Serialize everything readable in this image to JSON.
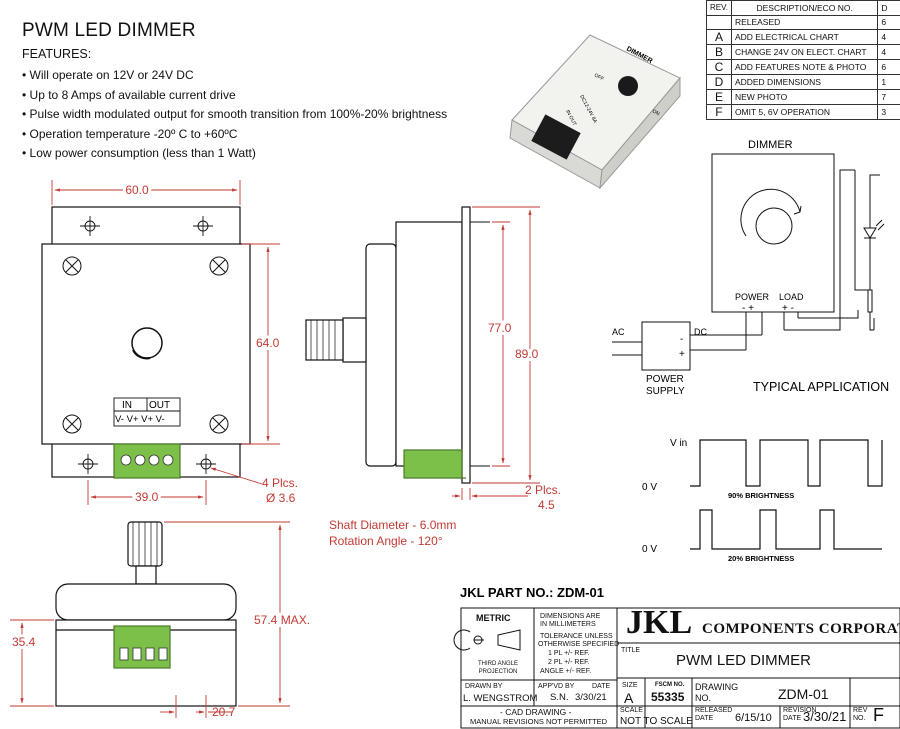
{
  "header": {
    "title": "PWM LED DIMMER",
    "features_heading": "FEATURES:",
    "features": [
      "Will operate on 12V or 24V DC",
      "Up to 8 Amps of available current drive",
      "Pulse width modulated output for smooth transition from 100%-20% brightness",
      "Operation temperature -20º C to +60ºC",
      "Low power consumption (less than 1 Watt)"
    ]
  },
  "revisions": {
    "headers": [
      "REV.",
      "DESCRIPTION/ECO NO."
    ],
    "rows": [
      {
        "rev": "",
        "desc": "RELEASED",
        "extra": "6"
      },
      {
        "rev": "A",
        "desc": "ADD ELECTRICAL CHART",
        "extra": "4"
      },
      {
        "rev": "B",
        "desc": "CHANGE 24V ON ELECT. CHART",
        "extra": "4"
      },
      {
        "rev": "C",
        "desc": "ADD FEATURES NOTE & PHOTO",
        "extra": "6"
      },
      {
        "rev": "D",
        "desc": "ADDED DIMENSIONS",
        "extra": "1"
      },
      {
        "rev": "E",
        "desc": "NEW PHOTO",
        "extra": "7"
      },
      {
        "rev": "F",
        "desc": "OMIT 5, 6V OPERATION",
        "extra": "3"
      }
    ]
  },
  "photo": {
    "label_dimmer": "DIMMER",
    "label_off": "OFF",
    "label_on": "ON",
    "label_rating": "DC12-24V 8A",
    "label_terminals": "IN OUT"
  },
  "front_view": {
    "width": "60.0",
    "height": "64.0",
    "hole_spacing": "39.0",
    "holes_count": "4 Plcs.",
    "hole_dia": "Ø 3.6",
    "terminal_in": "IN",
    "terminal_out": "OUT",
    "terminal_pins": "V- V+ V+ V-"
  },
  "side_view": {
    "height_inner": "77.0",
    "height_outer": "89.0",
    "flange_count": "2 Plcs.",
    "flange_thickness": "4.5",
    "shaft_diameter": "Shaft Diameter - 6.0mm",
    "rotation_angle": "Rotation Angle - 120°"
  },
  "bottom_view": {
    "max_height": "57.4 MAX.",
    "base_height": "35.4",
    "offset": "20.7"
  },
  "schematic": {
    "dimmer_label": "DIMMER",
    "power_label": "POWER",
    "load_label": "LOAD",
    "power_pins": "-  +",
    "load_pins": "+  -",
    "ac_label": "AC",
    "dc_label": "DC",
    "supply_label_1": "POWER",
    "supply_label_2": "SUPPLY",
    "minus": "-",
    "plus": "+",
    "typical": "TYPICAL APPLICATION"
  },
  "waveform": {
    "vin": "V in",
    "zero_v_1": "0 V",
    "zero_v_2": "0 V",
    "label_90": "90%  BRIGHTNESS",
    "label_20": "20%  BRIGHTNESS"
  },
  "part_no": "JKL PART NO.:  ZDM-01",
  "title_block": {
    "metric": "METRIC",
    "projection": "THIRD ANGLE PROJECTION",
    "dims_note_1": "DIMENSIONS ARE",
    "dims_note_2": "IN MILLIMETERS",
    "tol_1": "TOLERANCE UNLESS",
    "tol_2": "OTHERWISE SPECIFIED",
    "tol_3": "1 PL +/-   REF.",
    "tol_4": "2 PL +/-   REF.",
    "tol_5": "ANGLE +/-  REF.",
    "company_logo": "JKL",
    "company_name": "COMPONENTS CORPORATIO",
    "title_label": "TITLE",
    "title_value": "PWM LED DIMMER",
    "drawn_by_label": "DRAWN BY",
    "drawn_by": "L. WENGSTROM",
    "appvd_label": "APP'VD BY",
    "date_label": "DATE",
    "appvd": "S.N.",
    "appvd_date": "3/30/21",
    "cad_1": "- CAD DRAWING -",
    "cad_2": "MANUAL REVISIONS NOT PERMITTED",
    "size_label": "SIZE",
    "size": "A",
    "fscm_label": "FSCM NO.",
    "fscm": "55335",
    "drawing_label": "DRAWING",
    "no_label": "NO.",
    "drawing_no": "ZDM-01",
    "scale_label": "SCALE",
    "scale": "NOT TO SCALE",
    "released_label": "RELEASED",
    "released_date": "6/15/10",
    "revision_label": "REVISION",
    "revision_date": "3/30/21",
    "rev_label": "REV",
    "rev_no": "F"
  }
}
